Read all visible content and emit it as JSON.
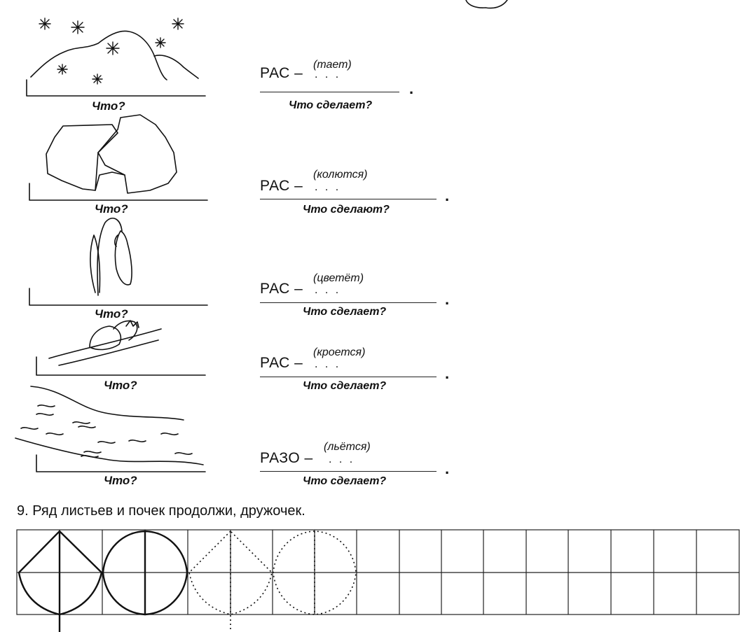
{
  "rows": [
    {
      "question": "Что?",
      "stem": "РАС –",
      "hint": "(тает)",
      "dots": ". . .",
      "sub": "Что сделает?",
      "period": "."
    },
    {
      "question": "Что?",
      "stem": "РАС –",
      "hint": "(колются)",
      "dots": ". . .",
      "sub": "Что сделают?",
      "period": "."
    },
    {
      "question": "Что?",
      "stem": "РАС –",
      "hint": "(цветёт)",
      "dots": ". . .",
      "sub": "Что сделает?",
      "period": "."
    },
    {
      "question": "Что?",
      "stem": "РАС –",
      "hint": "(кроется)",
      "dots": ". . .",
      "sub": "Что сделает?",
      "period": "."
    },
    {
      "question": "Что?",
      "stem": "РАЗО –",
      "hint": "(льётся)",
      "dots": ". . .",
      "sub": "Что сделает?",
      "period": "."
    }
  ],
  "task": {
    "text": "9. Ряд листьев и почек продолжи, дружочек."
  }
}
